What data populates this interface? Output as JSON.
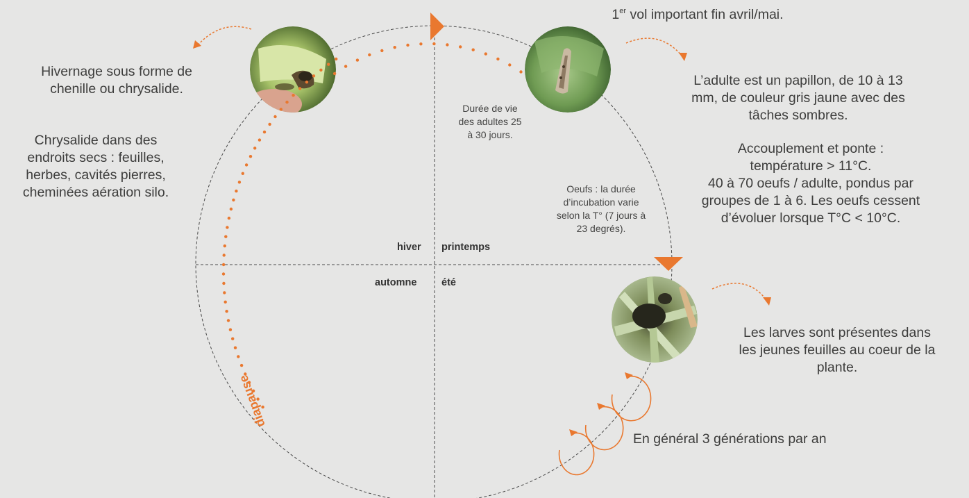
{
  "colors": {
    "accent": "#e9782f",
    "dashed_line": "#4a4a4a",
    "background": "#e6e6e5",
    "text": "#3c3c3b"
  },
  "seasons": {
    "hiver": "hiver",
    "printemps": "printemps",
    "automne": "automne",
    "ete": "été"
  },
  "diapause_label": "diapause",
  "texts": {
    "flight_prefix": "1",
    "flight_sup": "er",
    "flight_rest": " vol important fin avril/mai.",
    "overwintering": [
      "Hivernage sous forme de",
      "chenille ou chrysalide."
    ],
    "chrysalis": [
      "Chrysalide dans des",
      "endroits secs : feuilles,",
      "herbes, cavités pierres,",
      "cheminées aération silo."
    ],
    "adult_life": [
      "Durée de vie",
      "des adultes 25",
      "à 30 jours."
    ],
    "adult_description": [
      "L’adulte est un papillon, de 10 à 13",
      "mm, de couleur gris jaune avec des",
      "tâches sombres."
    ],
    "mating": [
      "Accouplement et ponte :",
      "température > 11°C.",
      "40 à 70 oeufs / adulte, pondus par",
      "groupes de 1 à 6. Les oeufs cessent",
      "d’évoluer lorsque T°C < 10°C."
    ],
    "eggs": [
      "Oeufs : la durée",
      "d’incubation varie",
      "selon la T° (7 jours à",
      "23 degrés)."
    ],
    "larvae": [
      "Les larves sont présentes dans",
      "les jeunes feuilles au coeur de la",
      "plante."
    ],
    "generations": "En général 3 générations par an"
  },
  "photos": [
    {
      "name": "caterpillar-photo",
      "subject": "caterpillar"
    },
    {
      "name": "moth-photo",
      "subject": "moth"
    },
    {
      "name": "larvae-photo",
      "subject": "larvae"
    }
  ]
}
